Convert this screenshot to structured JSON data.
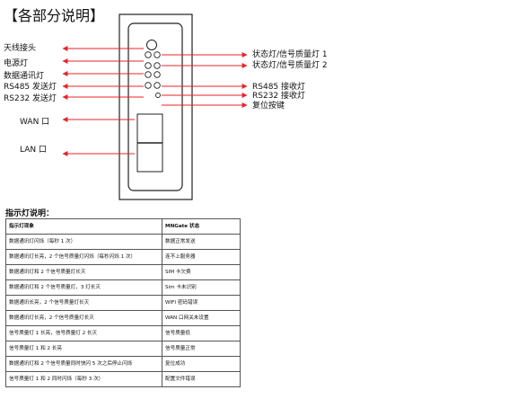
{
  "title": "【各部分说明】",
  "left_labels": {
    "antenna": "天线接头",
    "power": "电源灯",
    "data": "数据通讯灯",
    "rs485_tx": "RS485 发送灯",
    "rs232_tx": "RS232 发送灯",
    "wan": "WAN 口",
    "lan": "LAN 口"
  },
  "right_labels": {
    "status1": "状态灯/信号质量灯 1",
    "status2": "状态灯/信号质量灯 2",
    "rs485_rx": "RS485 接收灯",
    "rs232_rx": "RS232 接收灯",
    "reset": "复位按键"
  },
  "indicator_section_title": "指示灯说明：",
  "table": {
    "headers": [
      "指示灯现象",
      "MNGate 状态"
    ],
    "rows": [
      [
        "数据通讯灯闪烁（每秒 1 次）",
        "数据正常发送"
      ],
      [
        "数据通讯灯长亮，2 个信号质量灯闪烁（每秒闪烁 1 次）",
        "连不上服务器"
      ],
      [
        "数据通讯灯和 2 个信号质量灯长灭",
        "SIM 卡欠费"
      ],
      [
        "数据通讯灯和 2 个信号质量灯，3 灯长灭",
        "Sim 卡未识别"
      ],
      [
        "数据通讯长亮，2 个信号质量灯长灭",
        "WIFI 密码错误"
      ],
      [
        "数据通讯灯长亮，2 个信号质量灯长灭",
        "WAN 口网关未设置"
      ],
      [
        "信号质量灯 1 长亮，信号质量灯 2 长灭",
        "信号质量低"
      ],
      [
        "信号质量灯 1 和 2 长亮",
        "信号质量正常"
      ],
      [
        "数据通讯灯和 2 个信号质量同时快闪 5 次之后停止闪烁",
        "复位成功"
      ],
      [
        "信号质量灯 1 和 2 同时闪烁（每秒 3 次）",
        "配置文件错误"
      ]
    ]
  },
  "colors": {
    "arrow": "#e8232a",
    "outline": "#222222"
  }
}
